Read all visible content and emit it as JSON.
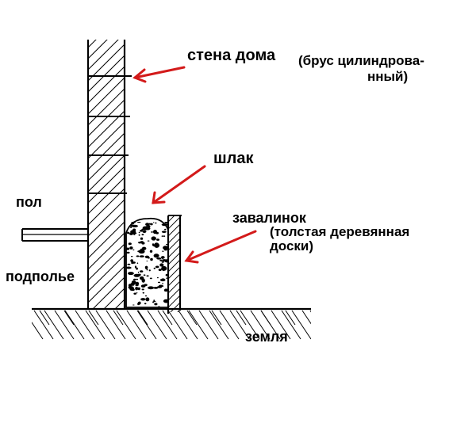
{
  "labels": {
    "wall": "стена дома",
    "wall_note_line1": "(брус цилиндрова-",
    "wall_note_line2": "нный)",
    "slag": "шлак",
    "floor": "пол",
    "zavalinok": "завалинок",
    "zavalinok_note_line1": "(толстая деревянная",
    "zavalinok_note_line2": "доски)",
    "underfloor": "подполье",
    "ground": "земля"
  },
  "colors": {
    "ink": "#000000",
    "arrow": "#d31a1a",
    "background": "#ffffff"
  }
}
